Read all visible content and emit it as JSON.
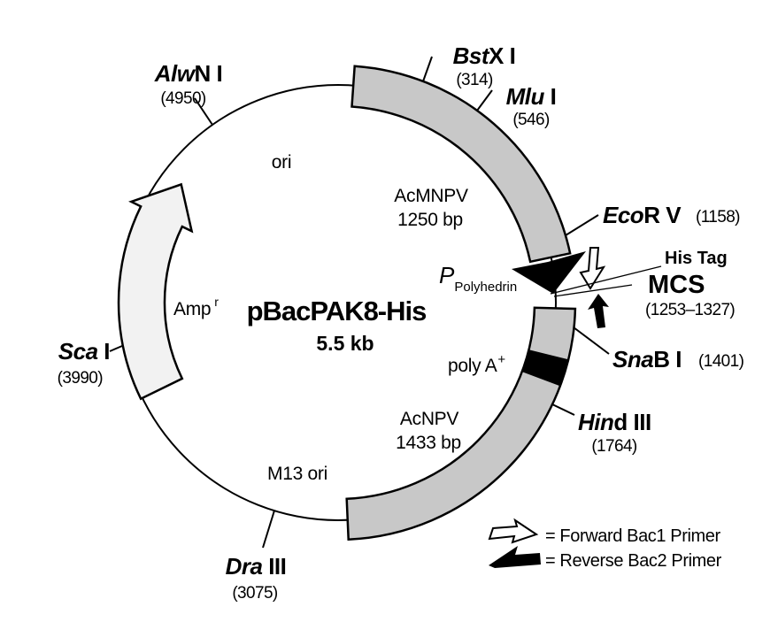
{
  "plasmid": {
    "name": "pBacPAK8-His",
    "size": "5.5 kb"
  },
  "restriction_sites": [
    {
      "italic": "Bst",
      "roman": "X I",
      "position": "(314)"
    },
    {
      "italic": "Mlu",
      "roman": " I",
      "position": "(546)"
    },
    {
      "italic": "Eco",
      "roman": "R V",
      "position": "(1158)"
    },
    {
      "italic": "Sna",
      "roman": "B I",
      "position": "(1401)"
    },
    {
      "italic": "Hin",
      "roman": "d III",
      "position": "(1764)"
    },
    {
      "italic": "Dra",
      "roman": " III",
      "position": "(3075)"
    },
    {
      "italic": "Sca",
      "roman": " I",
      "position": "(3990)"
    },
    {
      "italic": "Alw",
      "roman": "N I",
      "position": "(4950)"
    }
  ],
  "features": {
    "ori": "ori",
    "m13_ori": "M13 ori",
    "acmnpv": {
      "name": "AcMNPV",
      "size": "1250 bp"
    },
    "acnpv": {
      "name": "AcNPV",
      "size": "1433 bp"
    },
    "amp": {
      "name": "Amp",
      "sup": "r"
    },
    "polya": {
      "name": "poly A",
      "sup": "+"
    },
    "promoter": {
      "symbol": "P",
      "subscript": "Polyhedrin"
    },
    "mcs": {
      "label": "MCS",
      "range": "(1253–1327)"
    },
    "his_tag": "His Tag"
  },
  "legend": {
    "forward": "= Forward Bac1 Primer",
    "reverse": "= Reverse Bac2 Primer"
  },
  "colors": {
    "band": "#c8c8c8",
    "amp_fill": "#f2f2f2",
    "ink": "#000000"
  }
}
